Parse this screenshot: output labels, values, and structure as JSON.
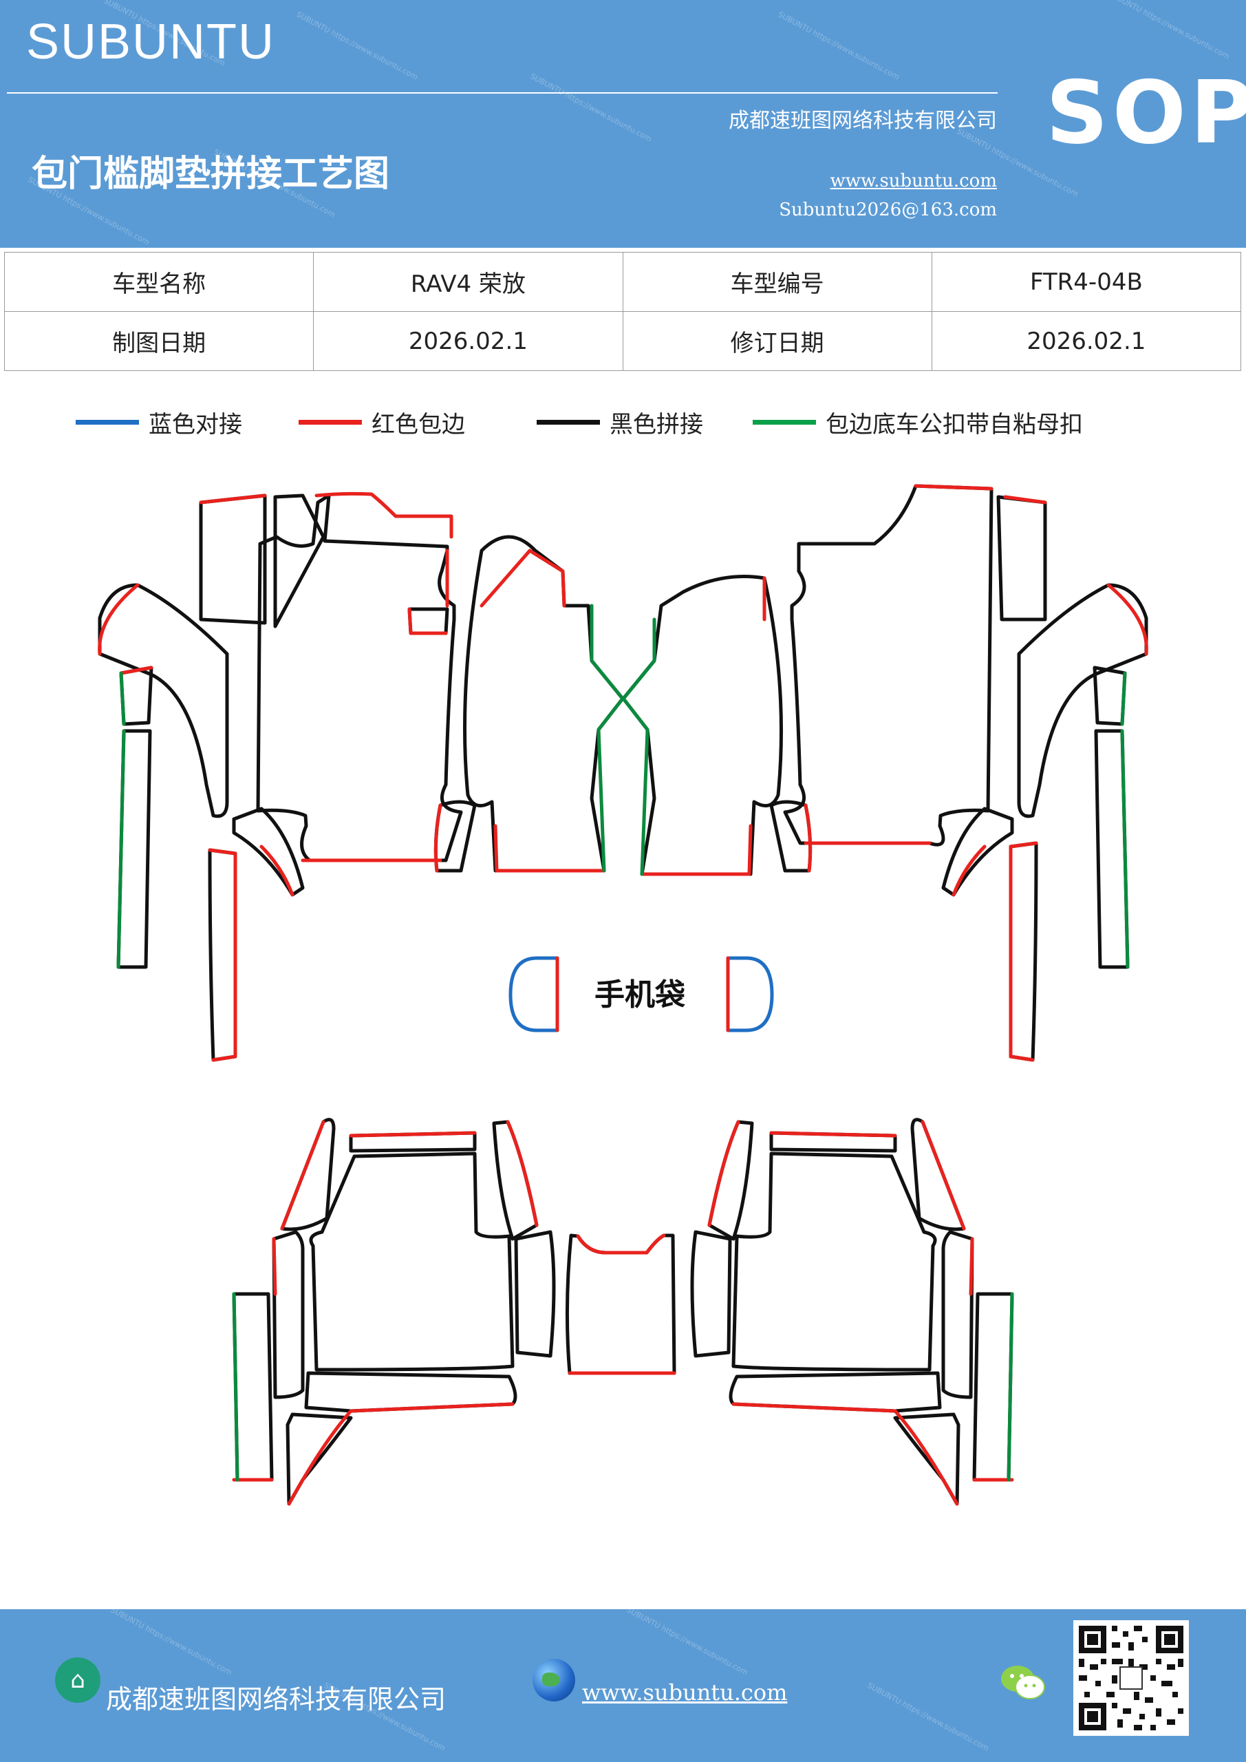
{
  "header": {
    "brand": "SUBUNTU",
    "sop": "SOP",
    "title": "包门槛脚垫拼接工艺图",
    "company": "成都速班图网络科技有限公司",
    "website": "www.subuntu.com",
    "email": "Subuntu2026@163.com"
  },
  "info_table": {
    "rows": [
      [
        "车型名称",
        "RAV4 荣放",
        "车型编号",
        "FTR4-04B"
      ],
      [
        "制图日期",
        "2026.02.1",
        "修订日期",
        "2026.02.1"
      ]
    ]
  },
  "legend": [
    {
      "label": "蓝色对接",
      "color": "#1f6fc4"
    },
    {
      "label": "红色包边",
      "color": "#e8221e"
    },
    {
      "label": "黑色拼接",
      "color": "#111111"
    },
    {
      "label": "包边底车公扣带自粘母扣",
      "color": "#0ba14a"
    }
  ],
  "diagram": {
    "center_label": "手机袋",
    "colors": {
      "blue": "#1f6fc4",
      "red": "#e8221e",
      "black": "#111111",
      "green": "#0b8a3e"
    }
  },
  "footer": {
    "company": "成都速班图网络科技有限公司",
    "website": "www.subuntu.com",
    "building_icon": "building-icon",
    "globe_icon": "globe-icon",
    "wechat_icon": "wechat-icon",
    "qr_icon": "qr-code-icon"
  }
}
